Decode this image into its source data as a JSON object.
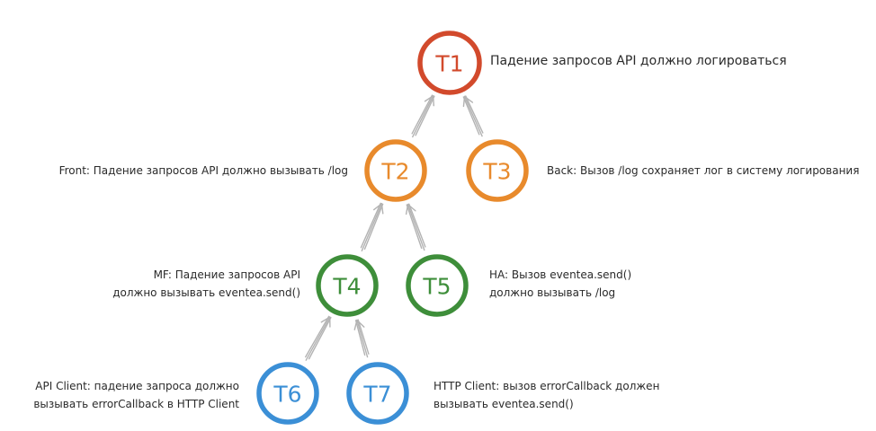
{
  "colors": {
    "red": "#d24a2c",
    "orange": "#e88a2c",
    "green": "#3e8e3a",
    "blue": "#3b8fd6",
    "arrow": "#b3b3b3",
    "text": "#2a2a2a"
  },
  "nodes": {
    "t1": {
      "label": "T1",
      "color": "red"
    },
    "t2": {
      "label": "T2",
      "color": "orange"
    },
    "t3": {
      "label": "T3",
      "color": "orange"
    },
    "t4": {
      "label": "T4",
      "color": "green"
    },
    "t5": {
      "label": "T5",
      "color": "green"
    },
    "t6": {
      "label": "T6",
      "color": "blue"
    },
    "t7": {
      "label": "T7",
      "color": "blue"
    }
  },
  "edges": [
    {
      "from": "t2",
      "to": "t1"
    },
    {
      "from": "t3",
      "to": "t1"
    },
    {
      "from": "t4",
      "to": "t2"
    },
    {
      "from": "t5",
      "to": "t2"
    },
    {
      "from": "t6",
      "to": "t4"
    },
    {
      "from": "t7",
      "to": "t4"
    }
  ],
  "captions": {
    "t1": {
      "lines": [
        "Падение запросов API должно логироваться"
      ]
    },
    "t2": {
      "lines": [
        "Front: Падение запросов API должно вызывать /log"
      ]
    },
    "t3": {
      "lines": [
        "Back: Вызов /log сохраняет лог в систему логирования"
      ]
    },
    "t4": {
      "lines": [
        "MF: Падение запросов API",
        "должно вызывать eventea.send()"
      ]
    },
    "t5": {
      "lines": [
        "HA: Вызов eventea.send()",
        "должно вызывать /log"
      ]
    },
    "t6": {
      "lines": [
        "API Client: падение запроса должно",
        "вызывать errorCallback в HTTP Client"
      ]
    },
    "t7": {
      "lines": [
        "HTTP Client: вызов errorCallback должен",
        "вызывать eventea.send()"
      ]
    }
  }
}
